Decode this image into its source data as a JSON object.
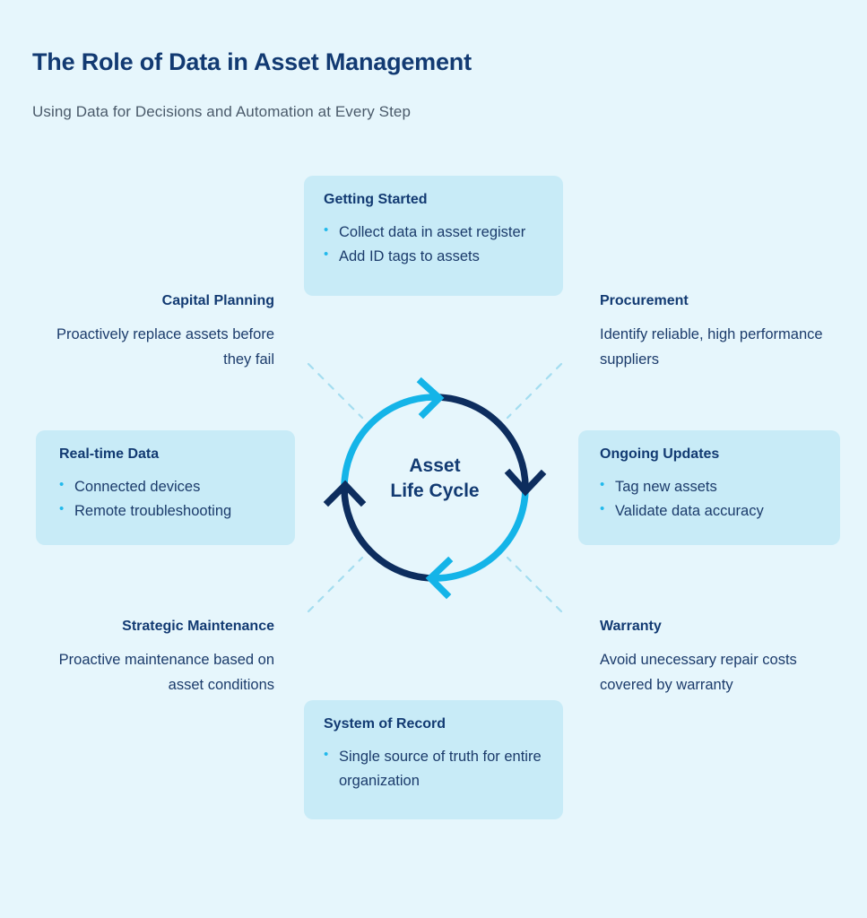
{
  "header": {
    "title": "The Role of Data in Asset Management",
    "subtitle": "Using Data for Decisions and Automation at Every Step"
  },
  "colors": {
    "page_background": "#e6f6fc",
    "card_background": "#c8ebf7",
    "navy": "#123a72",
    "arc_navy": "#0d2d5e",
    "cyan": "#14b4e8",
    "bullet_cyan": "#22b9ec",
    "dashed_line": "#a4ddf0",
    "body_text": "#1b3b6b",
    "subtitle_text": "#4a5a6a"
  },
  "cycle": {
    "center_line_1": "Asset",
    "center_line_2": "Life Cycle",
    "arcs": [
      {
        "name": "arc-left-to-top",
        "from_oclock": 9,
        "to_oclock": 12,
        "color": "#14b4e8",
        "arrow_at": 12,
        "arrow_color": "#14b4e8"
      },
      {
        "name": "arc-top-to-right",
        "from_oclock": 12,
        "to_oclock": 3,
        "color": "#0d2d5e",
        "arrow_at": 3,
        "arrow_color": "#0d2d5e"
      },
      {
        "name": "arc-right-to-bottom",
        "from_oclock": 3,
        "to_oclock": 6,
        "color": "#14b4e8",
        "arrow_at": 6,
        "arrow_color": "#14b4e8"
      },
      {
        "name": "arc-bottom-to-left",
        "from_oclock": 6,
        "to_oclock": 9,
        "color": "#0d2d5e",
        "arrow_at": 9,
        "arrow_color": "#0d2d5e"
      }
    ],
    "direction": "clockwise"
  },
  "cards": {
    "getting_started": {
      "title": "Getting Started",
      "items": [
        "Collect data in asset register",
        "Add ID tags to assets"
      ]
    },
    "real_time_data": {
      "title": "Real-time Data",
      "items": [
        "Connected devices",
        "Remote troubleshooting"
      ]
    },
    "ongoing_updates": {
      "title": "Ongoing Updates",
      "items": [
        "Tag new assets",
        "Validate data accuracy"
      ]
    },
    "system_of_record": {
      "title": "System of Record",
      "items": [
        "Single source of truth for entire organization"
      ]
    }
  },
  "labels": {
    "capital_planning": {
      "title": "Capital Planning",
      "body": "Proactively replace assets before they fail"
    },
    "procurement": {
      "title": "Procurement",
      "body": "Identify reliable, high performance suppliers"
    },
    "strategic_maintenance": {
      "title": "Strategic Maintenance",
      "body": "Proactive maintenance based on asset conditions"
    },
    "warranty": {
      "title": "Warranty",
      "body": "Avoid unecessary repair costs covered by warranty"
    }
  }
}
